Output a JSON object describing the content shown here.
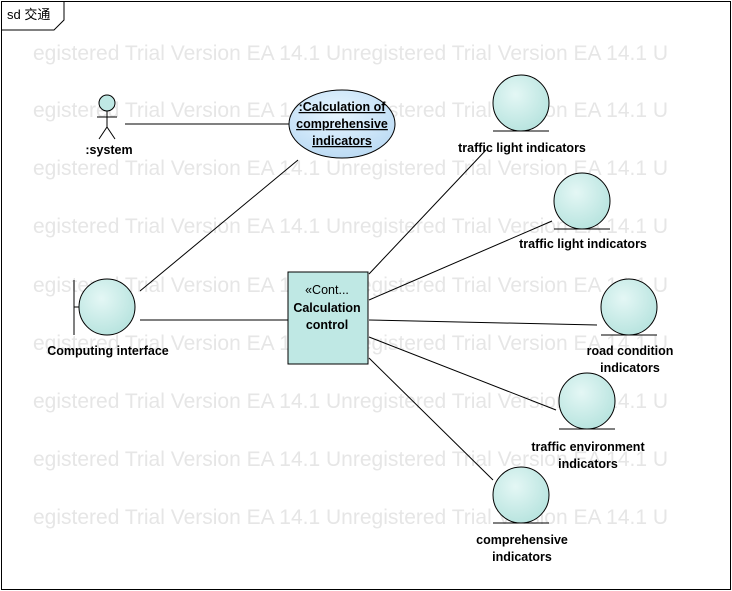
{
  "frame": {
    "title": "sd 交通"
  },
  "watermark": "egistered Trial Version  EA 14.1 Unregistered Trial Version  EA 14.1 U",
  "colors": {
    "fill": "#bfe8e4",
    "stroke": "#000000",
    "line": "#000000",
    "watermark": "#e6e6e6"
  },
  "actor": {
    "label": ":system"
  },
  "usecase": {
    "line1": ":Calculation of",
    "line2": "comprehensive",
    "line3": "indicators"
  },
  "boundary": {
    "label": "Computing interface"
  },
  "control": {
    "stereotype": "«Cont...",
    "line1": "Calculation",
    "line2": "control"
  },
  "entities": [
    {
      "line1": "traffic light indicators",
      "line2": ""
    },
    {
      "line1": "traffic light indicators",
      "line2": ""
    },
    {
      "line1": "road condition",
      "line2": "indicators"
    },
    {
      "line1": "traffic environment",
      "line2": "indicators"
    },
    {
      "line1": "comprehensive",
      "line2": "indicators"
    }
  ]
}
